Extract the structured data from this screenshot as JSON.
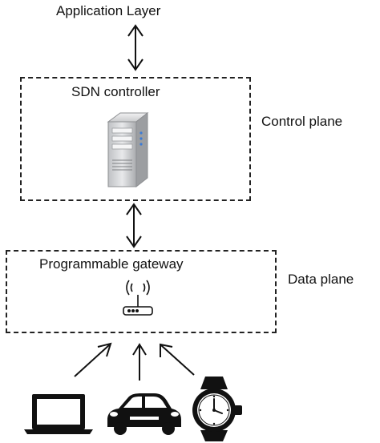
{
  "diagram": {
    "application_layer": "Application Layer",
    "sdn_controller": "SDN controller",
    "control_plane": "Control plane",
    "programmable_gateway": "Programmable gateway",
    "data_plane": "Data plane"
  },
  "icons": {
    "server": "server-icon",
    "router": "wireless-router-icon",
    "laptop": "laptop-icon",
    "car": "car-icon",
    "watch": "wristwatch-icon"
  },
  "colors": {
    "line": "#111111",
    "server_body": "#d9dadc",
    "server_led": "#3b7bd6"
  }
}
